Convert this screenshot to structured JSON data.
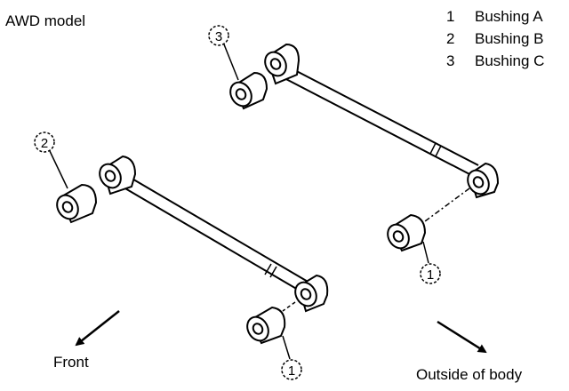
{
  "title": "AWD model",
  "legend": [
    {
      "number": "1",
      "label": "Bushing A"
    },
    {
      "number": "2",
      "label": "Bushing B"
    },
    {
      "number": "3",
      "label": "Bushing C"
    }
  ],
  "callouts": {
    "bushing_c_upper": "3",
    "bushing_b_left": "2",
    "bushing_a_right": "1",
    "bushing_a_bottom": "1"
  },
  "directions": {
    "front": "Front",
    "outside": "Outside of body"
  }
}
